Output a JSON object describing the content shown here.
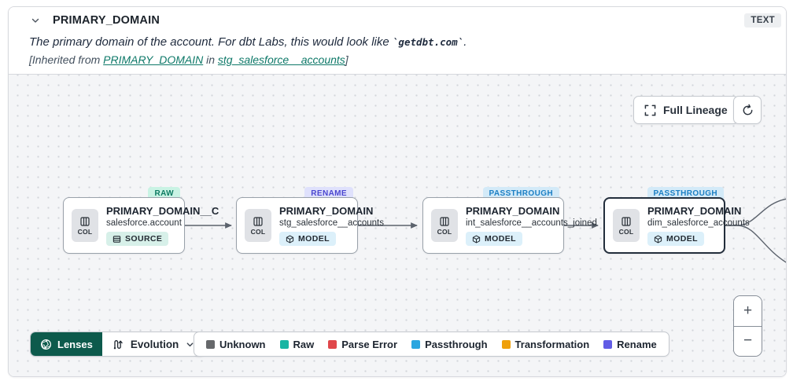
{
  "header": {
    "title": "PRIMARY_DOMAIN",
    "type_badge": "TEXT",
    "description": {
      "prefix": "The primary domain of the account. For dbt Labs, this would look like ",
      "code": "`getdbt.com`",
      "suffix": "."
    },
    "inherited": {
      "prefix": "[Inherited from ",
      "column_link": "PRIMARY_DOMAIN",
      "middle": " in ",
      "model_link": "stg_salesforce__accounts",
      "suffix": "]"
    }
  },
  "toolbar": {
    "full_lineage_label": "Full Lineage"
  },
  "graph": {
    "nodes": [
      {
        "tag": "RAW",
        "title": "PRIMARY_DOMAIN__C",
        "subtitle": "salesforce.account",
        "badge": "SOURCE",
        "chip": "COL"
      },
      {
        "tag": "RENAME",
        "title": "PRIMARY_DOMAIN",
        "subtitle": "stg_salesforce__accounts",
        "badge": "MODEL",
        "chip": "COL"
      },
      {
        "tag": "PASSTHROUGH",
        "title": "PRIMARY_DOMAIN",
        "subtitle": "int_salesforce__accounts_joined",
        "badge": "MODEL",
        "chip": "COL"
      },
      {
        "tag": "PASSTHROUGH",
        "title": "PRIMARY_DOMAIN",
        "subtitle": "dim_salesforce_accounts",
        "badge": "MODEL",
        "chip": "COL"
      }
    ]
  },
  "lenses": {
    "button_label": "Lenses",
    "selected_lens": "Evolution"
  },
  "legend": {
    "items": [
      {
        "label": "Unknown",
        "color": "#66686b"
      },
      {
        "label": "Raw",
        "color": "#18b5a3"
      },
      {
        "label": "Parse Error",
        "color": "#e0474b"
      },
      {
        "label": "Passthrough",
        "color": "#2ba6e0"
      },
      {
        "label": "Transformation",
        "color": "#efa00b"
      },
      {
        "label": "Rename",
        "color": "#615ce5"
      }
    ]
  },
  "zoom_controls": {
    "zoom_in": "+",
    "zoom_out": "−"
  }
}
